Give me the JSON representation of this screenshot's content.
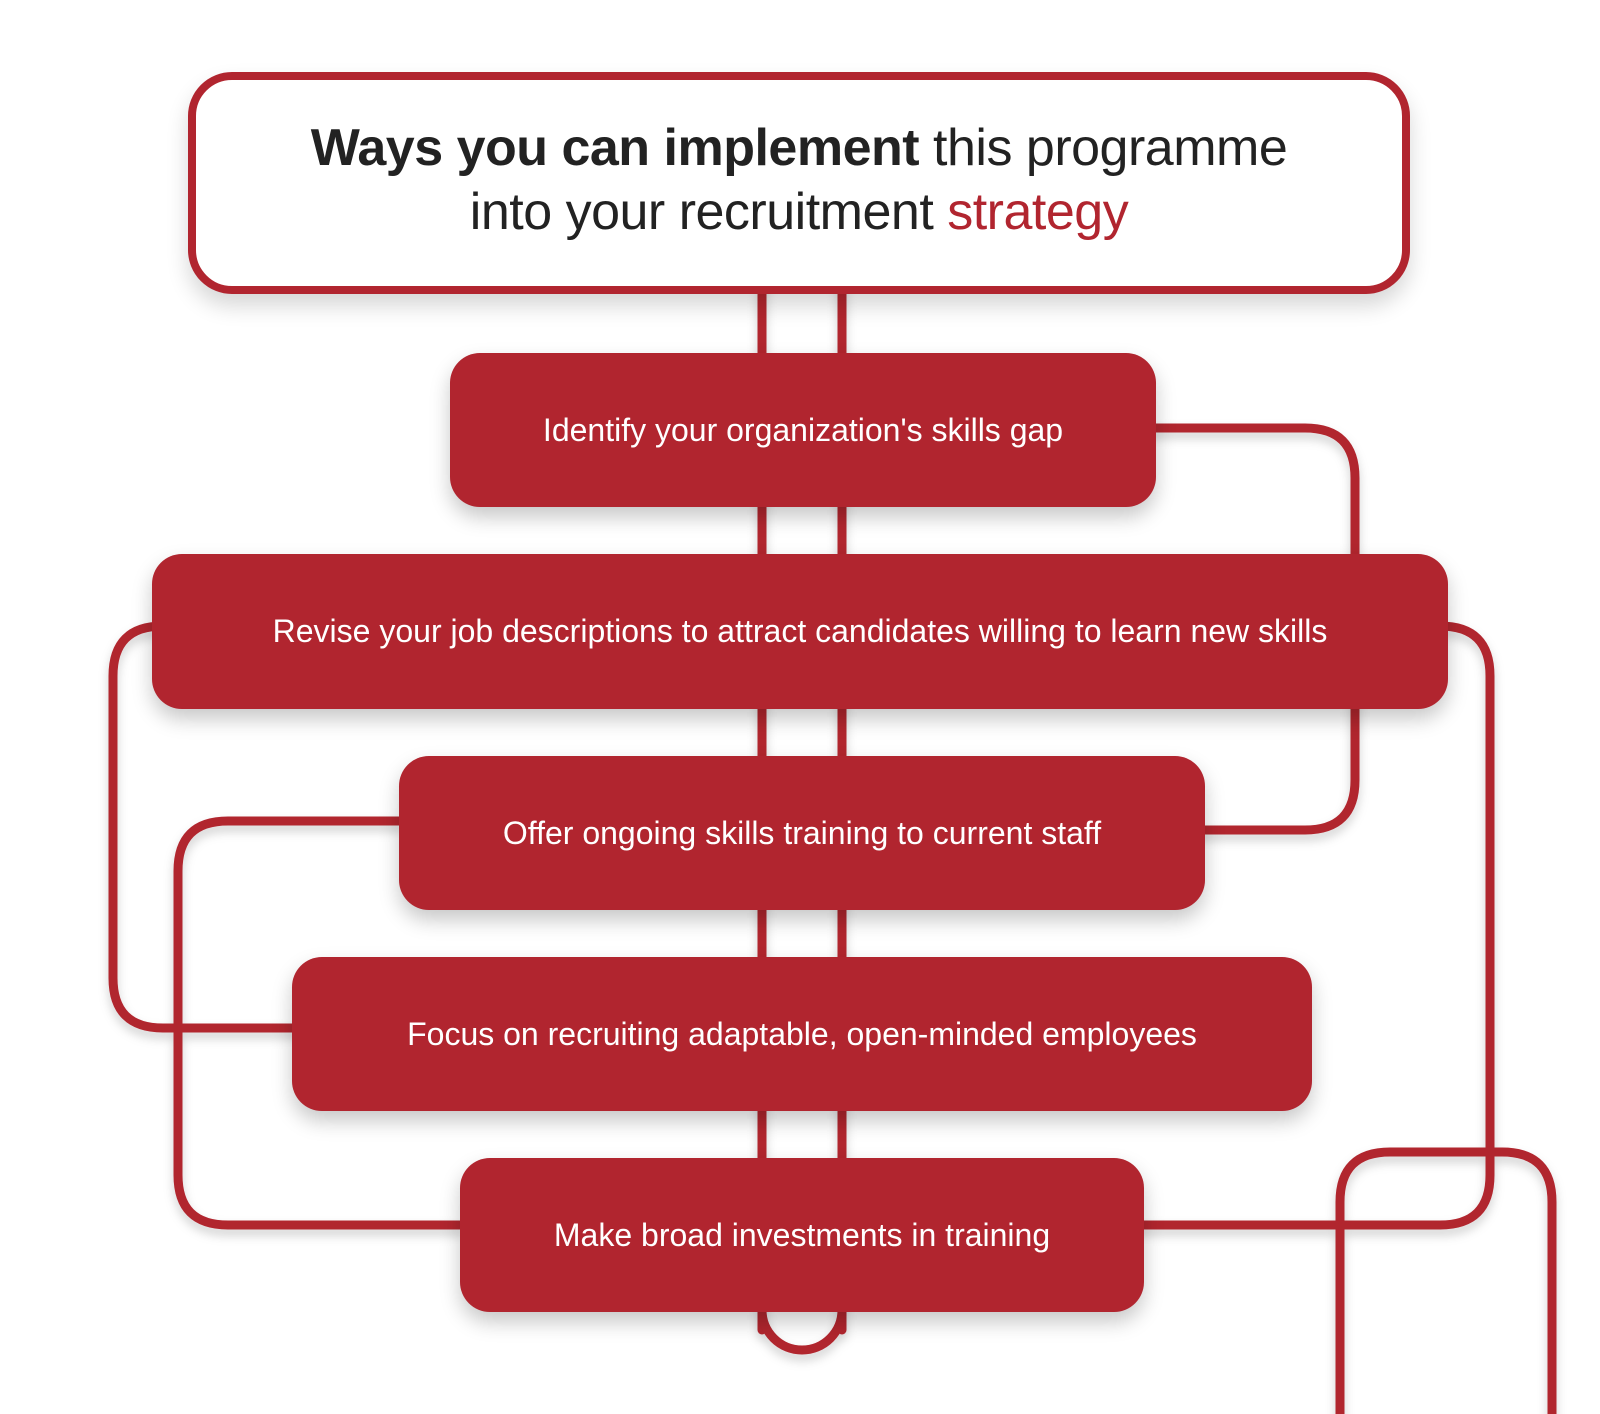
{
  "title": {
    "bold": "Ways you can implement",
    "line1_rest": " this programme",
    "line2_plain": "into your recruitment ",
    "line2_accent": "strategy"
  },
  "steps": [
    {
      "label": "Identify your organization's skills gap"
    },
    {
      "label": "Revise your job descriptions to attract candidates willing to learn new skills"
    },
    {
      "label": "Offer ongoing skills training to current staff"
    },
    {
      "label": "Focus on recruiting adaptable, open-minded employees"
    },
    {
      "label": "Make broad investments in training"
    }
  ],
  "colors": {
    "accent": "#b1252f",
    "text": "#222222",
    "box_text": "#ffffff",
    "background": "#ffffff"
  }
}
